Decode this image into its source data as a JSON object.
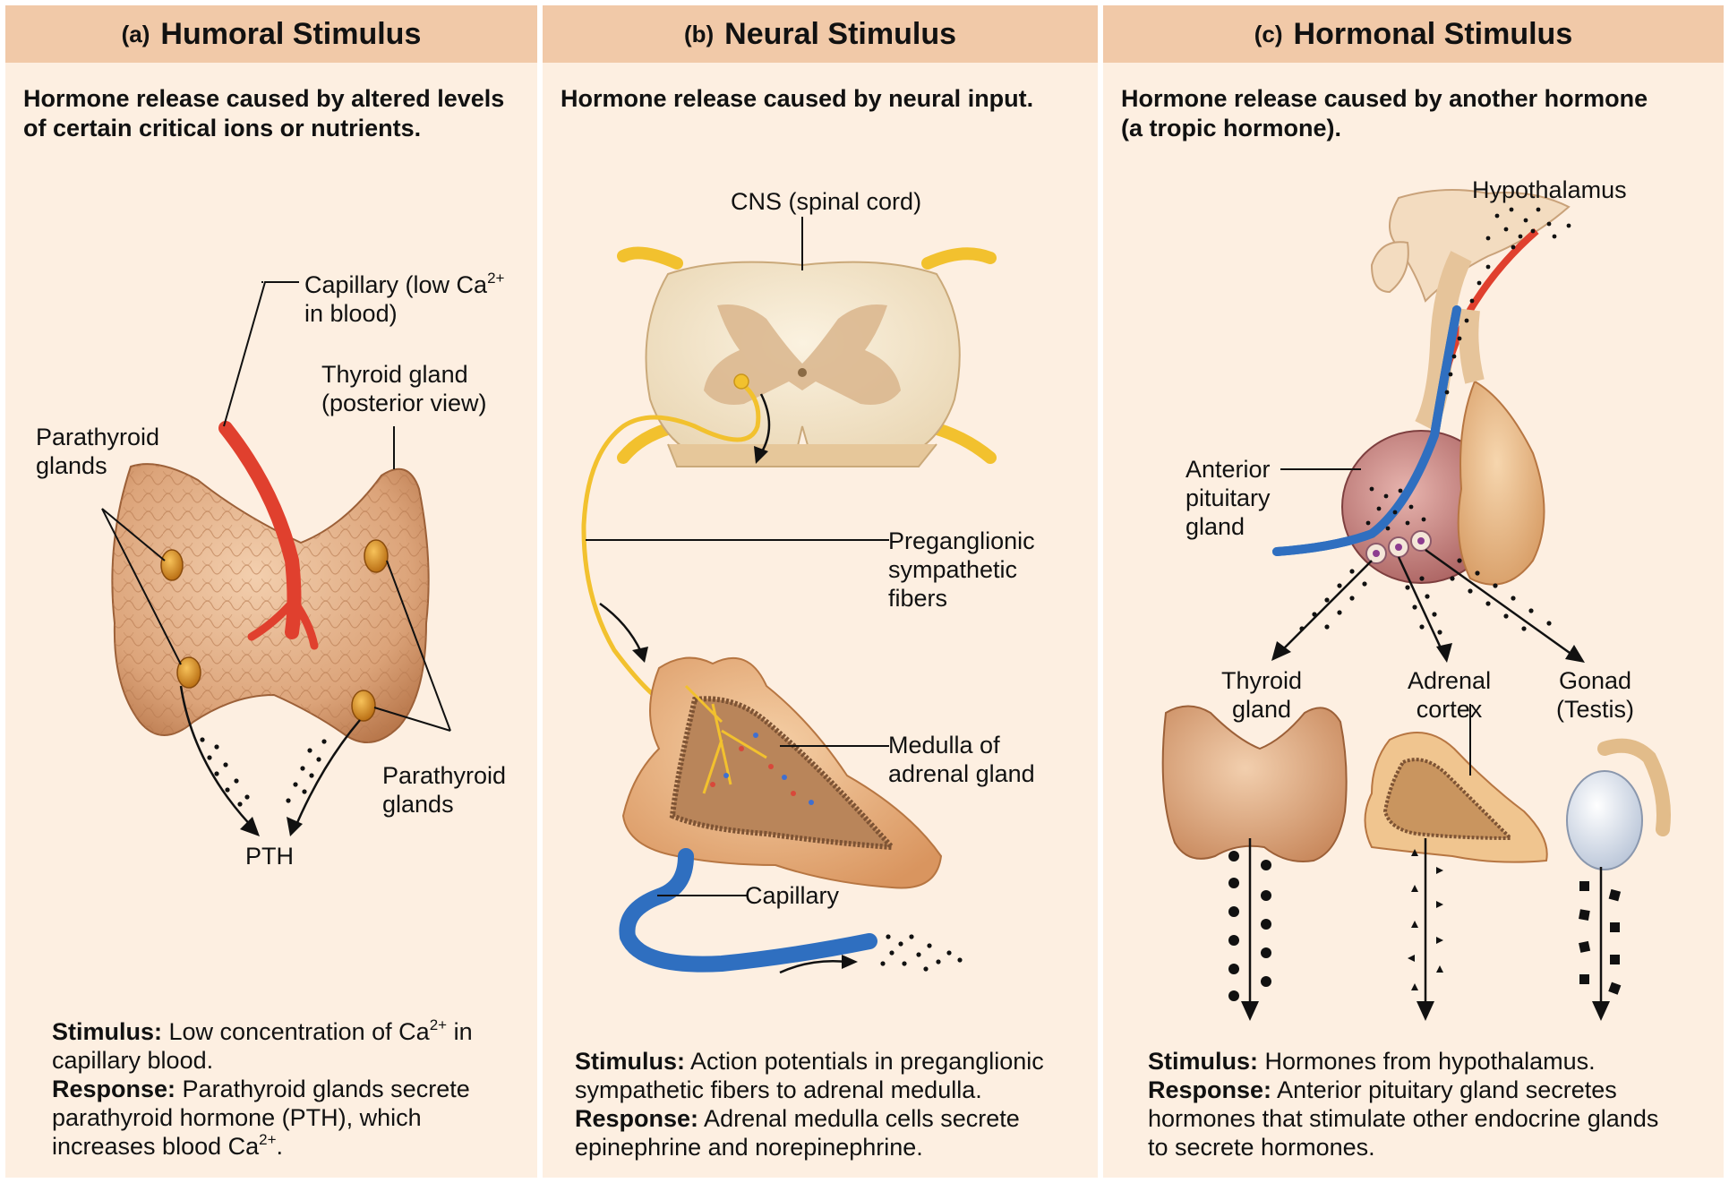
{
  "panels": {
    "a": {
      "letter": "(a)",
      "title": "Humoral Stimulus",
      "subtitle_lines": [
        "Hormone release caused by altered levels",
        "of certain critical ions or nutrients."
      ],
      "labels": {
        "capillary_line1": "Capillary (low Ca",
        "capillary_sup": "2+",
        "capillary_line2": "in blood)",
        "thyroid_line1": "Thyroid gland",
        "thyroid_line2": "(posterior view)",
        "parathyroid_left_line1": "Parathyroid",
        "parathyroid_left_line2": "glands",
        "parathyroid_right_line1": "Parathyroid",
        "parathyroid_right_line2": "glands",
        "pth": "PTH"
      },
      "stimulus_label": "Stimulus:",
      "stimulus_line1_text": " Low concentration of Ca",
      "stimulus_line1_sup": "2+",
      "stimulus_line1_end": " in",
      "stimulus_line2": "capillary blood.",
      "response_label": "Response:",
      "response_line1_text": " Parathyroid glands secrete",
      "response_line2": "parathyroid hormone (PTH), which",
      "response_line3_text": "increases blood Ca",
      "response_line3_sup": "2+",
      "response_line3_end": "."
    },
    "b": {
      "letter": "(b)",
      "title": "Neural Stimulus",
      "subtitle_lines": [
        "Hormone release caused by neural input."
      ],
      "labels": {
        "cns": "CNS (spinal cord)",
        "preganglionic_line1": "Preganglionic",
        "preganglionic_line2": "sympathetic",
        "preganglionic_line3": "fibers",
        "medulla_line1": "Medulla of",
        "medulla_line2": "adrenal gland",
        "capillary": "Capillary"
      },
      "stimulus_label": "Stimulus:",
      "stimulus_line1_text": " Action potentials in preganglionic",
      "stimulus_line2": "sympathetic fibers to adrenal medulla.",
      "response_label": "Response:",
      "response_line1_text": " Adrenal medulla cells secrete",
      "response_line2": "epinephrine and norepinephrine."
    },
    "c": {
      "letter": "(c)",
      "title": "Hormonal Stimulus",
      "subtitle_lines": [
        "Hormone release caused by another hormone",
        "(a tropic hormone)."
      ],
      "labels": {
        "hypothalamus": "Hypothalamus",
        "anterior_line1": "Anterior",
        "anterior_line2": "pituitary",
        "anterior_line3": "gland",
        "thyroid_line1": "Thyroid",
        "thyroid_line2": "gland",
        "adrenal_line1": "Adrenal",
        "adrenal_line2": "cortex",
        "gonad_line1": "Gonad",
        "gonad_line2": "(Testis)"
      },
      "stimulus_label": "Stimulus:",
      "stimulus_line1_text": " Hormones from hypothalamus.",
      "response_label": "Response:",
      "response_line1_text": " Anterior pituitary gland secretes",
      "response_line2": "hormones that stimulate other endocrine glands",
      "response_line3": "to secrete hormones."
    }
  },
  "colors": {
    "panel_bg": "#fdefe1",
    "header_bg": "#f1c9a8",
    "gland_tan": "#dca47a",
    "capillary_red": "#e0402e",
    "capillary_blue": "#2f6fc0",
    "nerve_yellow": "#f2c12e"
  }
}
